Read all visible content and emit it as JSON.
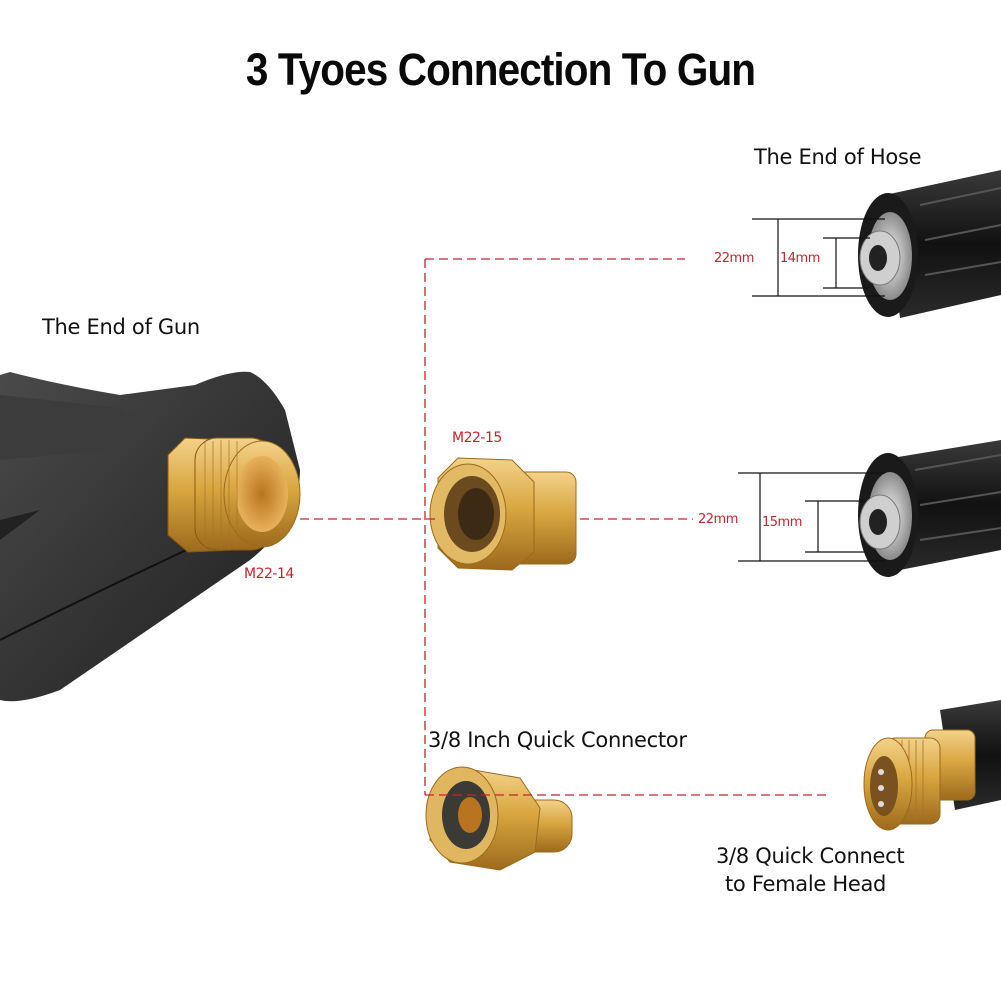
{
  "title": "3 Tyoes Connection To Gun",
  "labels": {
    "gun_end": "The End of Gun",
    "hose_end": "The End of Hose",
    "quick_connector": "3/8 Inch Quick Connector",
    "female_head_line1": "3/8 Quick Connect",
    "female_head_line2": "to Female Head"
  },
  "fittings": {
    "gun_thread": "M22-14",
    "adapter_thread": "M22-15"
  },
  "dimensions": {
    "hose1_outer": "22mm",
    "hose1_inner": "14mm",
    "hose2_outer": "22mm",
    "hose2_inner": "15mm"
  },
  "colors": {
    "accent_red": "#c0272d",
    "brass": "#d9a640",
    "black_body": "#2b2b2b"
  }
}
